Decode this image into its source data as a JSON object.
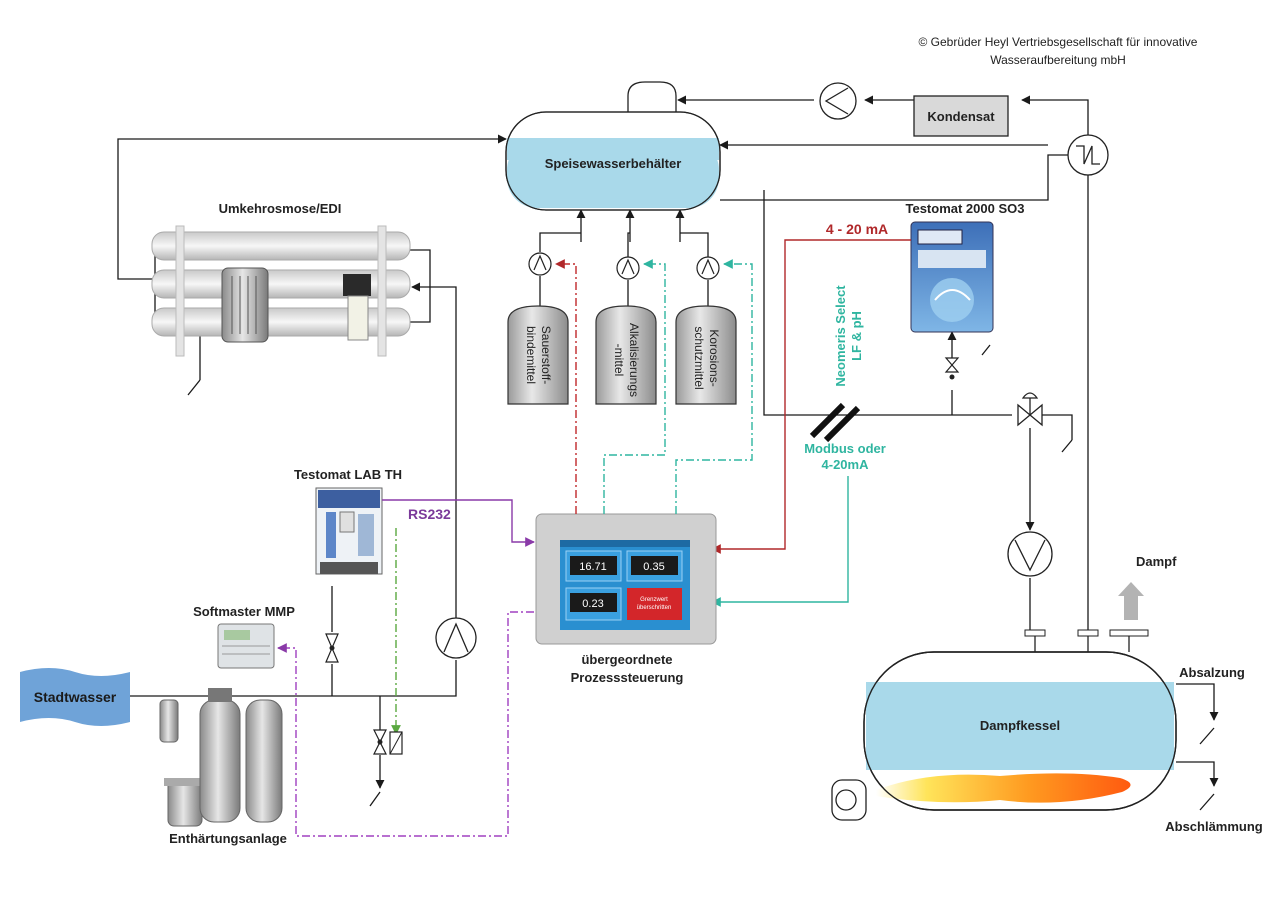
{
  "copyright": [
    "© Gebrüder Heyl Vertriebsgesellschaft für innovative",
    "Wasseraufbereitung mbH"
  ],
  "labels": {
    "speisewasser": "Speisewasserbehälter",
    "kondensat": "Kondensat",
    "umkehrosmose": "Umkehrosmose/EDI",
    "testomat2000": "Testomat 2000 SO3",
    "signal_4_20": "4 - 20 mA",
    "neomeris_line1": "Neomeris Select",
    "neomeris_line2": "LF & pH",
    "modbus_line1": "Modbus oder",
    "modbus_line2": "4-20mA",
    "testomat_lab": "Testomat LAB TH",
    "rs232": "RS232",
    "softmaster": "Softmaster MMP",
    "stadtwasser": "Stadtwasser",
    "enthaertung": "Enthärtungsanlage",
    "prozess_line1": "übergeordnete",
    "prozess_line2": "Prozesssteuerung",
    "dampf": "Dampf",
    "absalzung": "Absalzung",
    "dampfkessel": "Dampfkessel",
    "abschlaemmung": "Abschlämmung"
  },
  "tanks": [
    {
      "line1": "Sauerstoff-",
      "line2": "bindemittel"
    },
    {
      "line1": "Alkalisierungs",
      "line2": "-mittel"
    },
    {
      "line1": "Korosions-",
      "line2": "schutzmittel"
    }
  ],
  "panel": {
    "values": [
      "16.71",
      "0.35",
      "0.23"
    ],
    "alarm_line1": "Grenzwert",
    "alarm_line2": "überschritten"
  },
  "colors": {
    "vessel_fill": "#a9d9ea",
    "signal_red": "#b0282a",
    "signal_teal": "#2fb5a0",
    "signal_purple": "#8a3aa8",
    "label_purple": "#7b3a9a",
    "stadtwasser_blue": "#6fa3d8",
    "panel_screen": "#2a8fd0",
    "alarm_red": "#d3262a"
  }
}
